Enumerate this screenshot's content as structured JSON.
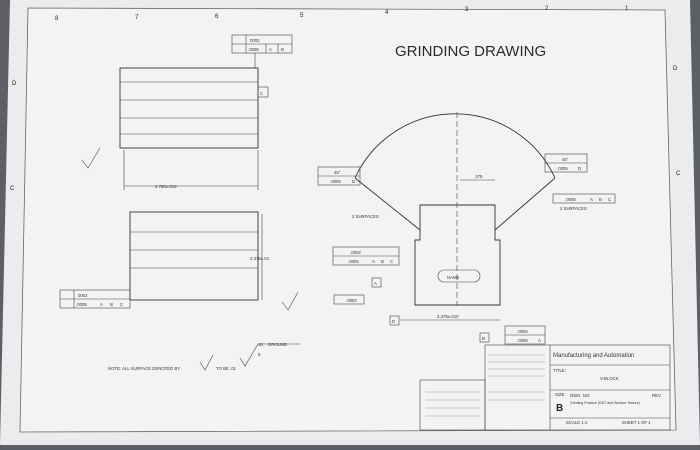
{
  "title": "GRINDING DRAWING",
  "zone_numbers": [
    "8",
    "7",
    "6",
    "5",
    "4",
    "3",
    "2",
    "1"
  ],
  "zone_letters_left": [
    "D",
    "C"
  ],
  "zone_letters_right": [
    "D",
    "C"
  ],
  "top_view": {
    "fcf_flatness": "0002",
    "fcf_parallel": ".0005",
    "fcf_datum_a": "A",
    "fcf_datum_b": "B",
    "datum_c": "C",
    "dimension": "2.750±.010"
  },
  "front_view": {
    "dimension": "2.375±.01",
    "fcf_flatness": "0002",
    "fcf_parallel": ".0005",
    "fcf_datum_a": "A",
    "fcf_datum_b": "B",
    "fcf_datum_c": "C"
  },
  "side_view": {
    "angle": "45°",
    "fcf_angularity_left": ".0005",
    "fcf_datum_left": "D",
    "fcf_angularity_right": ".0005",
    "fcf_datum_right": "D",
    "surfaces_note_left": "2 SURFACES",
    "surfaces_note_right": "2 SURFACES",
    "fcf_flat_center": ".0002",
    "fcf_par_center": ".0005",
    "fcf_par_center_datums": [
      "A",
      "B",
      "C"
    ],
    "fcf_right_value": ".0005",
    "fcf_right_datums": [
      "A",
      "B",
      "C"
    ],
    "dim_375": ".375",
    "name_label": "NAME",
    "datum_a": "A",
    "datum_d": "D",
    "datum_b": "B",
    "fcf_flat_bottom": ".0002",
    "fcf_bottom_flat": ".0002",
    "fcf_bottom_par": ".0005",
    "fcf_bottom_datum": "A",
    "dim_bottom": "2.375±.010"
  },
  "notes": {
    "surface_note": "NOTE: ALL SURFACE DENOTED BY",
    "surface_note_tail": "TO BE .01",
    "ground_label": "GROUND",
    "ground_16": "16",
    "ground_8": "8"
  },
  "title_block": {
    "company": "Manufacturing and Automation",
    "title_label": "TITLE:",
    "title_value": "V-BLOCK",
    "size_label": "SIZE",
    "size": "B",
    "dwg_no_label": "DWG. NO.",
    "dwg_no_value": "Grinding Practice (GDT and Surface Texture)",
    "rev_label": "REV",
    "scale": "SCALE 1:1",
    "sheet": "SHEET 1 OF 1"
  }
}
